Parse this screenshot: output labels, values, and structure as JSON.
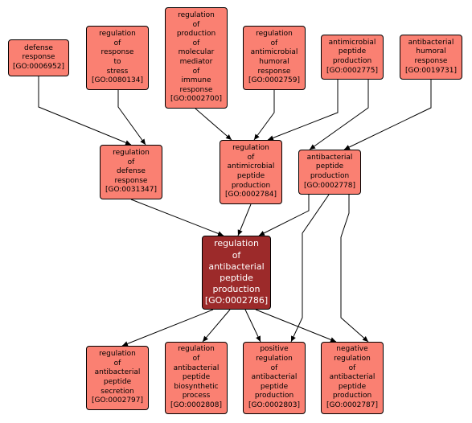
{
  "theme": {
    "node_fill": "#fa8072",
    "focus_fill": "#9c2a2a",
    "edge_color": "#000000",
    "background": "#ffffff"
  },
  "nodes": {
    "n6952": {
      "lines": [
        "defense",
        "response",
        "[GO:0006952]"
      ]
    },
    "n80134": {
      "lines": [
        "regulation",
        "of",
        "response",
        "to",
        "stress",
        "[GO:0080134]"
      ]
    },
    "n2700": {
      "lines": [
        "regulation",
        "of",
        "production",
        "of",
        "molecular",
        "mediator",
        "of",
        "immune",
        "response",
        "[GO:0002700]"
      ]
    },
    "n2759": {
      "lines": [
        "regulation",
        "of",
        "antimicrobial",
        "humoral",
        "response",
        "[GO:0002759]"
      ]
    },
    "n2775": {
      "lines": [
        "antimicrobial",
        "peptide",
        "production",
        "[GO:0002775]"
      ]
    },
    "n19731": {
      "lines": [
        "antibacterial",
        "humoral",
        "response",
        "[GO:0019731]"
      ]
    },
    "n31347": {
      "lines": [
        "regulation",
        "of",
        "defense",
        "response",
        "[GO:0031347]"
      ]
    },
    "n2784": {
      "lines": [
        "regulation",
        "of",
        "antimicrobial",
        "peptide",
        "production",
        "[GO:0002784]"
      ]
    },
    "n2778": {
      "lines": [
        "antibacterial",
        "peptide",
        "production",
        "[GO:0002778]"
      ]
    },
    "n2786": {
      "lines": [
        "regulation",
        "of",
        "antibacterial",
        "peptide",
        "production",
        "[GO:0002786]"
      ]
    },
    "n2797": {
      "lines": [
        "regulation",
        "of",
        "antibacterial",
        "peptide",
        "secretion",
        "[GO:0002797]"
      ]
    },
    "n2808": {
      "lines": [
        "regulation",
        "of",
        "antibacterial",
        "peptide",
        "biosynthetic",
        "process",
        "[GO:0002808]"
      ]
    },
    "n2803": {
      "lines": [
        "positive",
        "regulation",
        "of",
        "antibacterial",
        "peptide",
        "production",
        "[GO:0002803]"
      ]
    },
    "n2787": {
      "lines": [
        "negative",
        "regulation",
        "of",
        "antibacterial",
        "peptide",
        "production",
        "[GO:0002787]"
      ]
    }
  },
  "edges": [
    [
      "n6952",
      "n31347"
    ],
    [
      "n80134",
      "n31347"
    ],
    [
      "n2700",
      "n2784"
    ],
    [
      "n2759",
      "n2784"
    ],
    [
      "n2775",
      "n2784"
    ],
    [
      "n2775",
      "n2778"
    ],
    [
      "n19731",
      "n2778"
    ],
    [
      "n31347",
      "n2786"
    ],
    [
      "n2784",
      "n2786"
    ],
    [
      "n2778",
      "n2786"
    ],
    [
      "n2786",
      "n2797"
    ],
    [
      "n2786",
      "n2808"
    ],
    [
      "n2786",
      "n2803"
    ],
    [
      "n2786",
      "n2787"
    ],
    [
      "n2778",
      "n2803"
    ],
    [
      "n2778",
      "n2787"
    ]
  ]
}
